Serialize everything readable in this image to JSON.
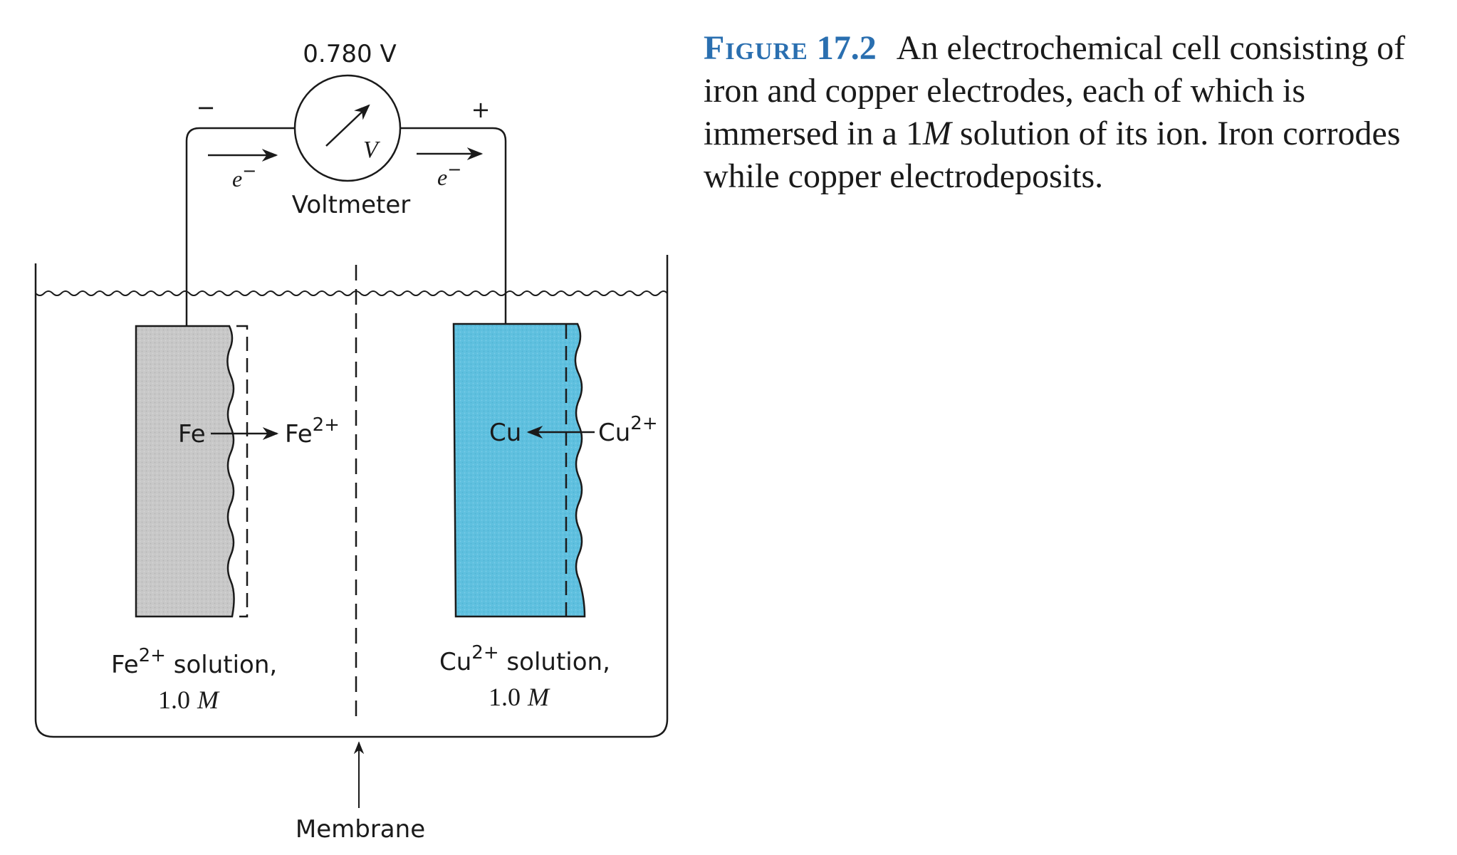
{
  "voltmeter": {
    "reading": "0.780 V",
    "symbol": "V",
    "label": "Voltmeter"
  },
  "terminals": {
    "negative": "−",
    "positive": "+"
  },
  "electron": {
    "left": "e",
    "right": "e",
    "charge": "−"
  },
  "left_half_cell": {
    "electrode": "Fe",
    "ion_base": "Fe",
    "ion_charge": "2+",
    "solution_line1": " solution,",
    "solution_line2": "1.0",
    "conc_unit": "M",
    "electrode_color": "#c8c8c8"
  },
  "right_half_cell": {
    "electrode": "Cu",
    "ion_base": "Cu",
    "ion_charge": "2+",
    "solution_line1": " solution,",
    "solution_line2": "1.0",
    "conc_unit": "M",
    "electrode_color": "#5fc0df"
  },
  "membrane_label": "Membrane",
  "caption": {
    "figure_label": "Figure",
    "figure_number": "17.2",
    "text_part1": "An electrochemical cell consisting of iron and copper electrodes, each of which is immersed in a 1",
    "text_italic": "M",
    "text_part2": " solution of its ion. Iron corrodes while copper electrodeposits."
  },
  "colors": {
    "accent": "#2a6fb0",
    "iron": "#c8c8c8",
    "copper": "#5fc0df"
  }
}
